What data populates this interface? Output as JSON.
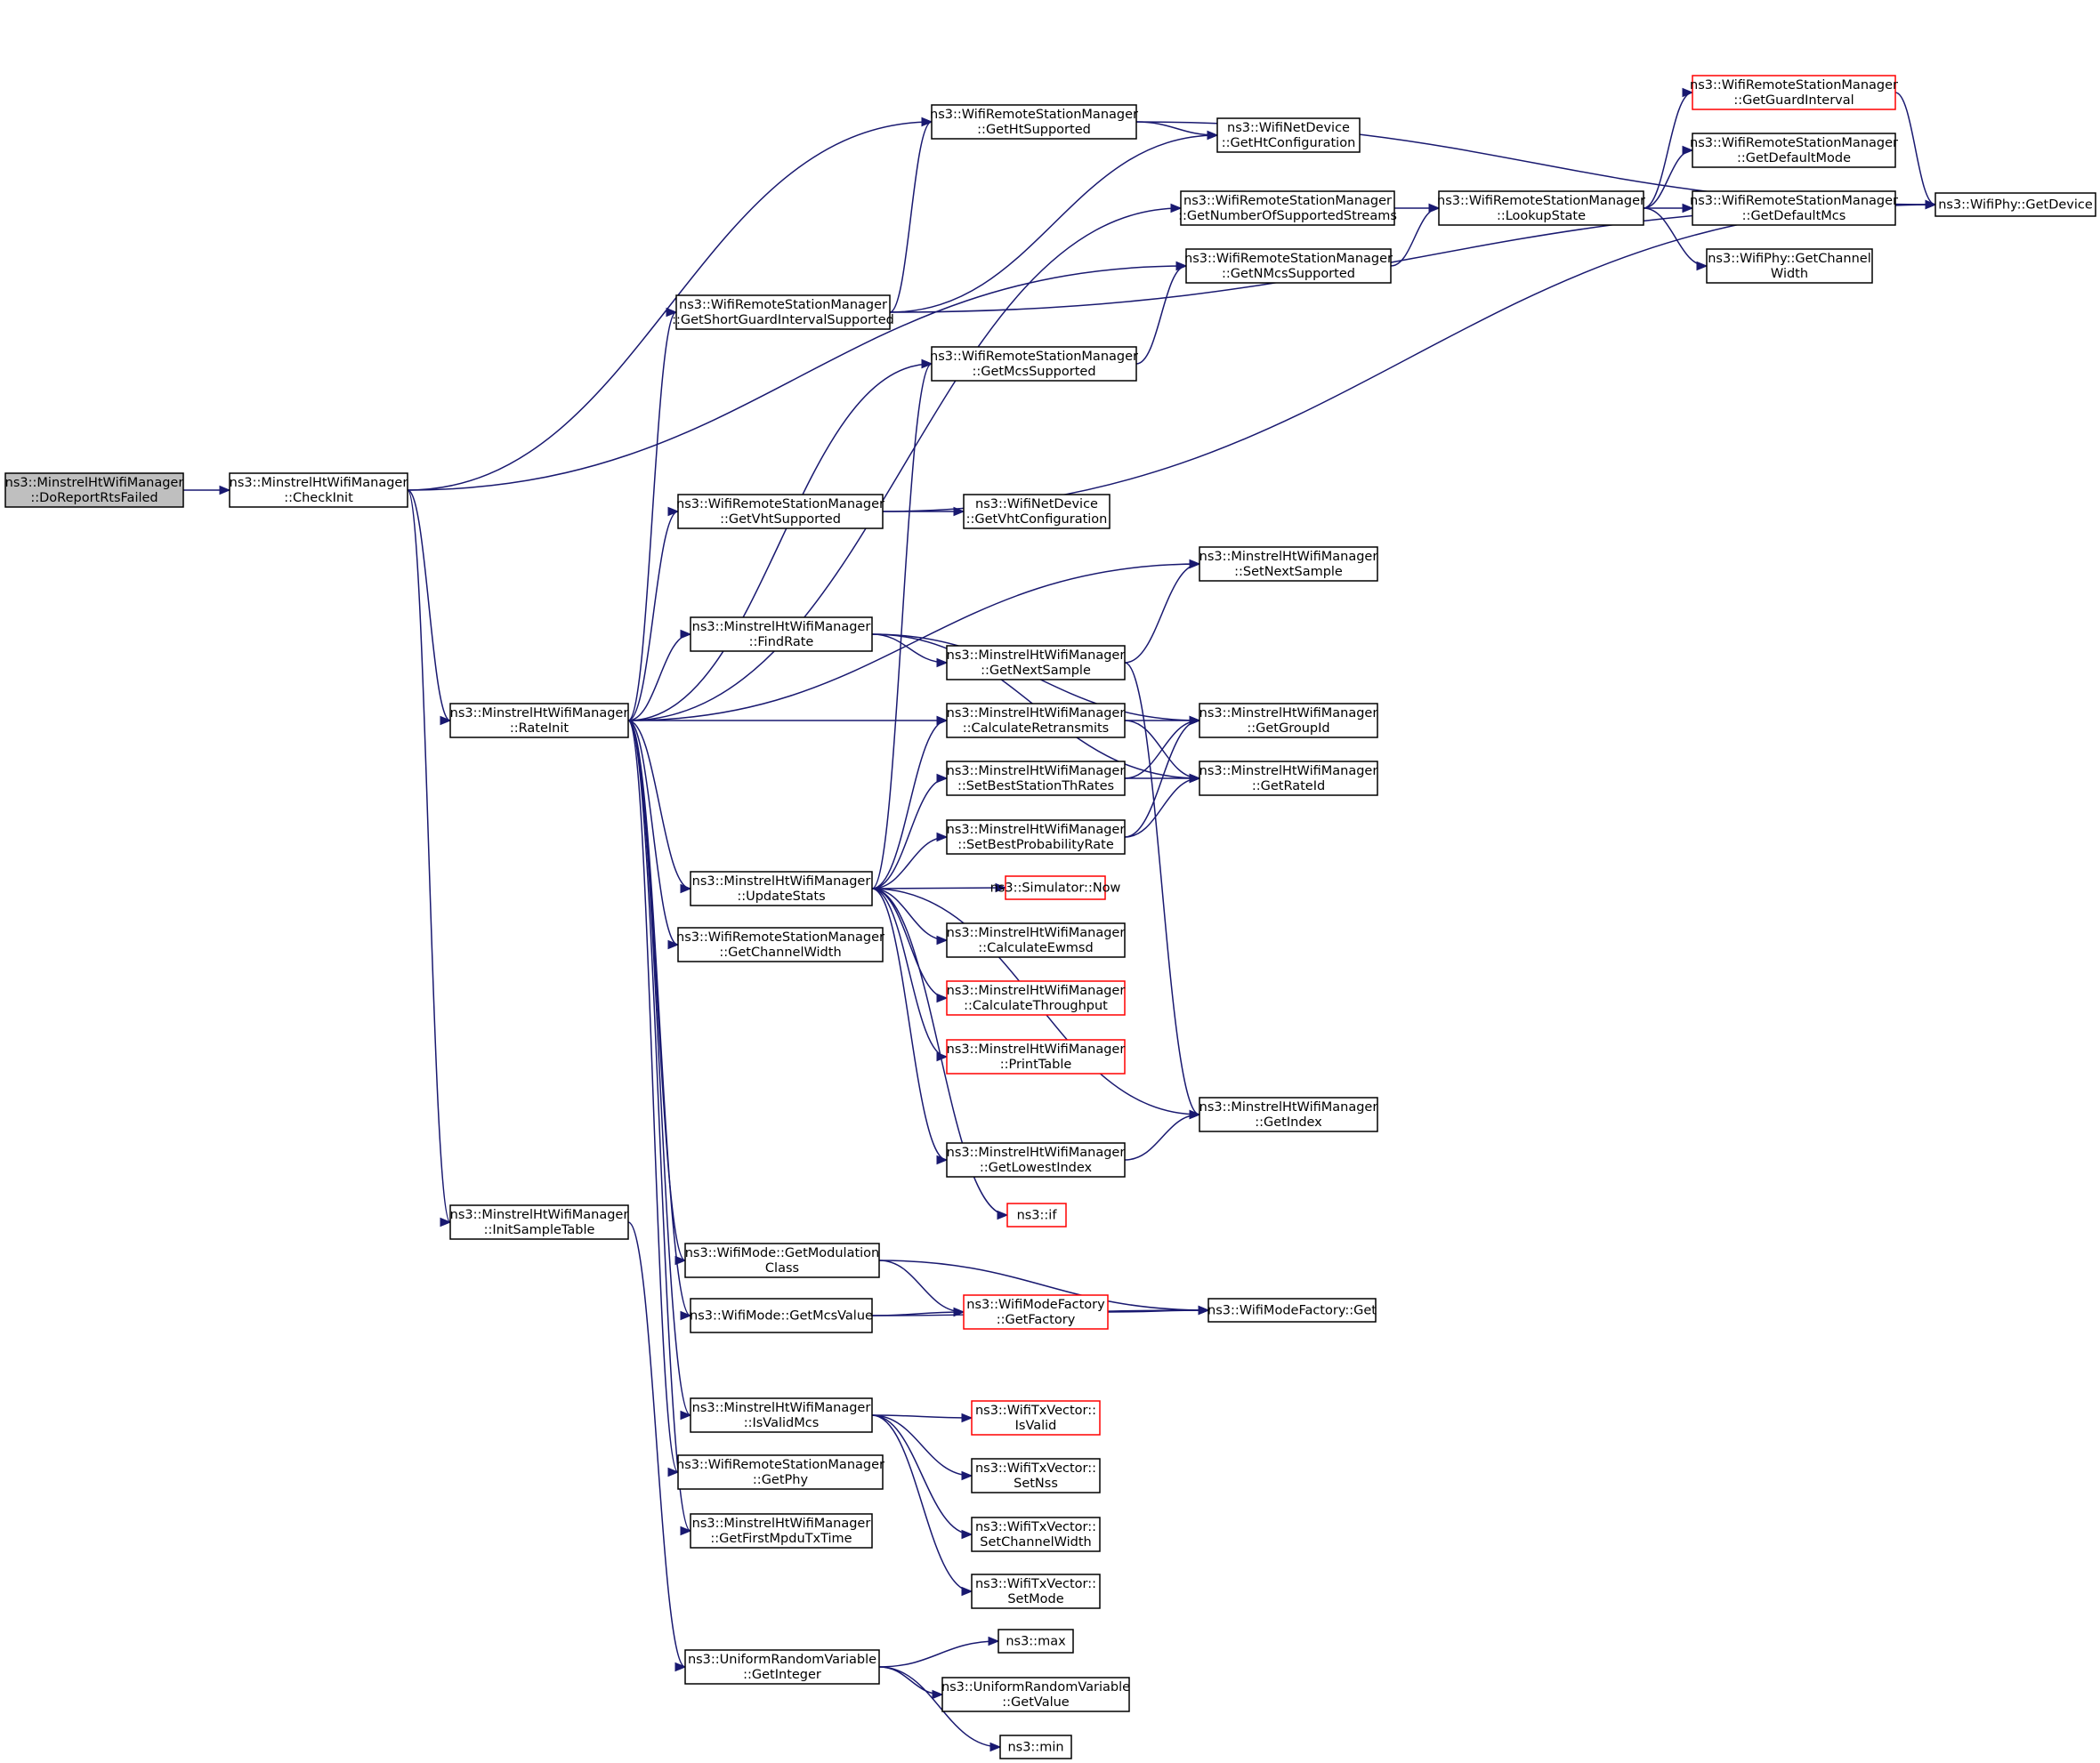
{
  "nodes": [
    {
      "id": "n0",
      "name": "root-do-report-rts-failed",
      "lines": [
        "ns3::MinstrelHtWifiManager",
        "::DoReportRtsFailed"
      ],
      "style": "root"
    },
    {
      "id": "n1",
      "name": "check-init",
      "lines": [
        "ns3::MinstrelHtWifiManager",
        "::CheckInit"
      ],
      "style": "normal"
    },
    {
      "id": "n2",
      "name": "rate-init",
      "lines": [
        "ns3::MinstrelHtWifiManager",
        "::RateInit"
      ],
      "style": "normal"
    },
    {
      "id": "n3",
      "name": "init-sample-table",
      "lines": [
        "ns3::MinstrelHtWifiManager",
        "::InitSampleTable"
      ],
      "style": "normal"
    },
    {
      "id": "n4",
      "name": "get-ht-supported",
      "lines": [
        "ns3::WifiRemoteStationManager",
        "::GetHtSupported"
      ],
      "style": "normal"
    },
    {
      "id": "n5",
      "name": "get-short-guard-interval-supported",
      "lines": [
        "ns3::WifiRemoteStationManager",
        "::GetShortGuardIntervalSupported"
      ],
      "style": "normal"
    },
    {
      "id": "n6",
      "name": "get-mcs-supported",
      "lines": [
        "ns3::WifiRemoteStationManager",
        "::GetMcsSupported"
      ],
      "style": "normal"
    },
    {
      "id": "n7",
      "name": "get-vht-supported",
      "lines": [
        "ns3::WifiRemoteStationManager",
        "::GetVhtSupported"
      ],
      "style": "normal"
    },
    {
      "id": "n8",
      "name": "find-rate",
      "lines": [
        "ns3::MinstrelHtWifiManager",
        "::FindRate"
      ],
      "style": "normal"
    },
    {
      "id": "n9",
      "name": "update-stats",
      "lines": [
        "ns3::MinstrelHtWifiManager",
        "::UpdateStats"
      ],
      "style": "normal"
    },
    {
      "id": "n10",
      "name": "get-channel-width-station",
      "lines": [
        "ns3::WifiRemoteStationManager",
        "::GetChannelWidth"
      ],
      "style": "normal"
    },
    {
      "id": "n11",
      "name": "get-modulation-class",
      "lines": [
        "ns3::WifiMode::GetModulation",
        "Class"
      ],
      "style": "normal"
    },
    {
      "id": "n12",
      "name": "get-mcs-value",
      "lines": [
        "ns3::WifiMode::GetMcsValue"
      ],
      "style": "normal"
    },
    {
      "id": "n13",
      "name": "is-valid-mcs",
      "lines": [
        "ns3::MinstrelHtWifiManager",
        "::IsValidMcs"
      ],
      "style": "normal"
    },
    {
      "id": "n14",
      "name": "get-phy",
      "lines": [
        "ns3::WifiRemoteStationManager",
        "::GetPhy"
      ],
      "style": "normal"
    },
    {
      "id": "n15",
      "name": "get-first-mpdu-tx-time",
      "lines": [
        "ns3::MinstrelHtWifiManager",
        "::GetFirstMpduTxTime"
      ],
      "style": "normal"
    },
    {
      "id": "n16",
      "name": "get-integer",
      "lines": [
        "ns3::UniformRandomVariable",
        "::GetInteger"
      ],
      "style": "normal"
    },
    {
      "id": "n17",
      "name": "get-ht-configuration",
      "lines": [
        "ns3::WifiNetDevice",
        "::GetHtConfiguration"
      ],
      "style": "normal"
    },
    {
      "id": "n18",
      "name": "get-number-of-supported-streams",
      "lines": [
        "ns3::WifiRemoteStationManager",
        "::GetNumberOfSupportedStreams"
      ],
      "style": "normal"
    },
    {
      "id": "n19",
      "name": "get-nmcs-supported",
      "lines": [
        "ns3::WifiRemoteStationManager",
        "::GetNMcsSupported"
      ],
      "style": "normal"
    },
    {
      "id": "n20",
      "name": "get-vht-configuration",
      "lines": [
        "ns3::WifiNetDevice",
        "::GetVhtConfiguration"
      ],
      "style": "normal"
    },
    {
      "id": "n21",
      "name": "set-next-sample",
      "lines": [
        "ns3::MinstrelHtWifiManager",
        "::SetNextSample"
      ],
      "style": "normal"
    },
    {
      "id": "n22",
      "name": "get-next-sample",
      "lines": [
        "ns3::MinstrelHtWifiManager",
        "::GetNextSample"
      ],
      "style": "normal"
    },
    {
      "id": "n23",
      "name": "calculate-retransmits",
      "lines": [
        "ns3::MinstrelHtWifiManager",
        "::CalculateRetransmits"
      ],
      "style": "normal"
    },
    {
      "id": "n24",
      "name": "set-best-station-th-rates",
      "lines": [
        "ns3::MinstrelHtWifiManager",
        "::SetBestStationThRates"
      ],
      "style": "normal"
    },
    {
      "id": "n25",
      "name": "set-best-probability-rate",
      "lines": [
        "ns3::MinstrelHtWifiManager",
        "::SetBestProbabilityRate"
      ],
      "style": "normal"
    },
    {
      "id": "n26",
      "name": "simulator-now",
      "lines": [
        "ns3::Simulator::Now"
      ],
      "style": "red"
    },
    {
      "id": "n27",
      "name": "calculate-ewmsd",
      "lines": [
        "ns3::MinstrelHtWifiManager",
        "::CalculateEwmsd"
      ],
      "style": "normal"
    },
    {
      "id": "n28",
      "name": "calculate-throughput",
      "lines": [
        "ns3::MinstrelHtWifiManager",
        "::CalculateThroughput"
      ],
      "style": "red"
    },
    {
      "id": "n29",
      "name": "print-table",
      "lines": [
        "ns3::MinstrelHtWifiManager",
        "::PrintTable"
      ],
      "style": "red"
    },
    {
      "id": "n30",
      "name": "get-lowest-index",
      "lines": [
        "ns3::MinstrelHtWifiManager",
        "::GetLowestIndex"
      ],
      "style": "normal"
    },
    {
      "id": "n31",
      "name": "ns3-if",
      "lines": [
        "ns3::if"
      ],
      "style": "red"
    },
    {
      "id": "n32",
      "name": "get-factory",
      "lines": [
        "ns3::WifiModeFactory",
        "::GetFactory"
      ],
      "style": "red"
    },
    {
      "id": "n33",
      "name": "tx-vector-is-valid",
      "lines": [
        "ns3::WifiTxVector::",
        "IsValid"
      ],
      "style": "red"
    },
    {
      "id": "n34",
      "name": "tx-vector-set-nss",
      "lines": [
        "ns3::WifiTxVector::",
        "SetNss"
      ],
      "style": "normal"
    },
    {
      "id": "n35",
      "name": "tx-vector-set-channel-width",
      "lines": [
        "ns3::WifiTxVector::",
        "SetChannelWidth"
      ],
      "style": "normal"
    },
    {
      "id": "n36",
      "name": "tx-vector-set-mode",
      "lines": [
        "ns3::WifiTxVector::",
        "SetMode"
      ],
      "style": "normal"
    },
    {
      "id": "n37",
      "name": "ns3-max",
      "lines": [
        "ns3::max"
      ],
      "style": "normal"
    },
    {
      "id": "n38",
      "name": "uniform-random-get-value",
      "lines": [
        "ns3::UniformRandomVariable",
        "::GetValue"
      ],
      "style": "normal"
    },
    {
      "id": "n39",
      "name": "ns3-min",
      "lines": [
        "ns3::min"
      ],
      "style": "normal"
    },
    {
      "id": "n40",
      "name": "lookup-state",
      "lines": [
        "ns3::WifiRemoteStationManager",
        "::LookupState"
      ],
      "style": "normal"
    },
    {
      "id": "n41",
      "name": "get-group-id",
      "lines": [
        "ns3::MinstrelHtWifiManager",
        "::GetGroupId"
      ],
      "style": "normal"
    },
    {
      "id": "n42",
      "name": "get-rate-id",
      "lines": [
        "ns3::MinstrelHtWifiManager",
        "::GetRateId"
      ],
      "style": "normal"
    },
    {
      "id": "n43",
      "name": "get-index",
      "lines": [
        "ns3::MinstrelHtWifiManager",
        "::GetIndex"
      ],
      "style": "normal"
    },
    {
      "id": "n44",
      "name": "wifi-mode-factory-get",
      "lines": [
        "ns3::WifiModeFactory::Get"
      ],
      "style": "normal"
    },
    {
      "id": "n45",
      "name": "get-guard-interval",
      "lines": [
        "ns3::WifiRemoteStationManager",
        "::GetGuardInterval"
      ],
      "style": "red"
    },
    {
      "id": "n46",
      "name": "get-default-mode",
      "lines": [
        "ns3::WifiRemoteStationManager",
        "::GetDefaultMode"
      ],
      "style": "normal"
    },
    {
      "id": "n47",
      "name": "get-default-mcs",
      "lines": [
        "ns3::WifiRemoteStationManager",
        "::GetDefaultMcs"
      ],
      "style": "normal"
    },
    {
      "id": "n48",
      "name": "wifi-phy-get-channel-width",
      "lines": [
        "ns3::WifiPhy::GetChannel",
        "Width"
      ],
      "style": "normal"
    },
    {
      "id": "n49",
      "name": "wifi-phy-get-device",
      "lines": [
        "ns3::WifiPhy::GetDevice"
      ],
      "style": "normal"
    }
  ],
  "edges": [
    [
      "n0",
      "n1"
    ],
    [
      "n1",
      "n4"
    ],
    [
      "n1",
      "n19"
    ],
    [
      "n1",
      "n2"
    ],
    [
      "n1",
      "n3"
    ],
    [
      "n2",
      "n5"
    ],
    [
      "n2",
      "n18"
    ],
    [
      "n2",
      "n6"
    ],
    [
      "n2",
      "n21"
    ],
    [
      "n2",
      "n7"
    ],
    [
      "n2",
      "n8"
    ],
    [
      "n2",
      "n23"
    ],
    [
      "n2",
      "n9"
    ],
    [
      "n2",
      "n10"
    ],
    [
      "n2",
      "n11"
    ],
    [
      "n2",
      "n12"
    ],
    [
      "n2",
      "n13"
    ],
    [
      "n2",
      "n14"
    ],
    [
      "n2",
      "n15"
    ],
    [
      "n3",
      "n16"
    ],
    [
      "n4",
      "n49"
    ],
    [
      "n4",
      "n17"
    ],
    [
      "n5",
      "n4"
    ],
    [
      "n5",
      "n17"
    ],
    [
      "n5",
      "n49"
    ],
    [
      "n6",
      "n19"
    ],
    [
      "n7",
      "n20"
    ],
    [
      "n7",
      "n49"
    ],
    [
      "n8",
      "n22"
    ],
    [
      "n8",
      "n41"
    ],
    [
      "n8",
      "n42"
    ],
    [
      "n9",
      "n6"
    ],
    [
      "n9",
      "n23"
    ],
    [
      "n9",
      "n24"
    ],
    [
      "n9",
      "n25"
    ],
    [
      "n9",
      "n26"
    ],
    [
      "n9",
      "n27"
    ],
    [
      "n9",
      "n28"
    ],
    [
      "n9",
      "n29"
    ],
    [
      "n9",
      "n43"
    ],
    [
      "n9",
      "n30"
    ],
    [
      "n9",
      "n31"
    ],
    [
      "n11",
      "n32"
    ],
    [
      "n11",
      "n44"
    ],
    [
      "n12",
      "n32"
    ],
    [
      "n12",
      "n44"
    ],
    [
      "n13",
      "n33"
    ],
    [
      "n13",
      "n34"
    ],
    [
      "n13",
      "n35"
    ],
    [
      "n13",
      "n36"
    ],
    [
      "n16",
      "n37"
    ],
    [
      "n16",
      "n38"
    ],
    [
      "n16",
      "n39"
    ],
    [
      "n18",
      "n40"
    ],
    [
      "n19",
      "n40"
    ],
    [
      "n22",
      "n21"
    ],
    [
      "n22",
      "n43"
    ],
    [
      "n23",
      "n41"
    ],
    [
      "n23",
      "n42"
    ],
    [
      "n24",
      "n41"
    ],
    [
      "n24",
      "n42"
    ],
    [
      "n25",
      "n41"
    ],
    [
      "n25",
      "n42"
    ],
    [
      "n30",
      "n43"
    ],
    [
      "n32",
      "n44"
    ],
    [
      "n40",
      "n45"
    ],
    [
      "n40",
      "n46"
    ],
    [
      "n40",
      "n47"
    ],
    [
      "n40",
      "n48"
    ],
    [
      "n45",
      "n49"
    ]
  ]
}
